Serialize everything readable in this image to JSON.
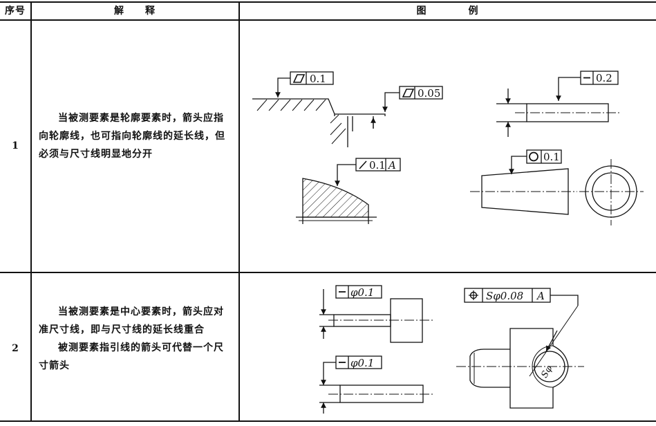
{
  "header": {
    "col_seq": "序号",
    "col_expl": "解　　释",
    "col_fig": "图　　　　例"
  },
  "rows": [
    {
      "seq": "1",
      "explanation": "当被测要素是轮廓要素时，箭头应指向轮廓线，也可指向轮廓线的延长线，但必须与尺寸线明显地分开"
    },
    {
      "seq": "2",
      "explanation_p1": "当被测要素是中心要素时，箭头应对准尺寸线，即与尺寸线的延长线重合",
      "explanation_p2": "被测要素指引线的箭头可代替一个尺寸箭头"
    }
  ],
  "figures": {
    "flatness_1": "0.1",
    "flatness_2": "0.05",
    "straightness_1": "0.2",
    "profile_value": "0.1",
    "profile_datum": "A",
    "roundness_value": "0.1",
    "axis_straight_1": "φ0.1",
    "axis_straight_2": "φ0.1",
    "position_value": "Sφ0.08",
    "position_datum": "A",
    "sphere_label": "Sφ"
  }
}
